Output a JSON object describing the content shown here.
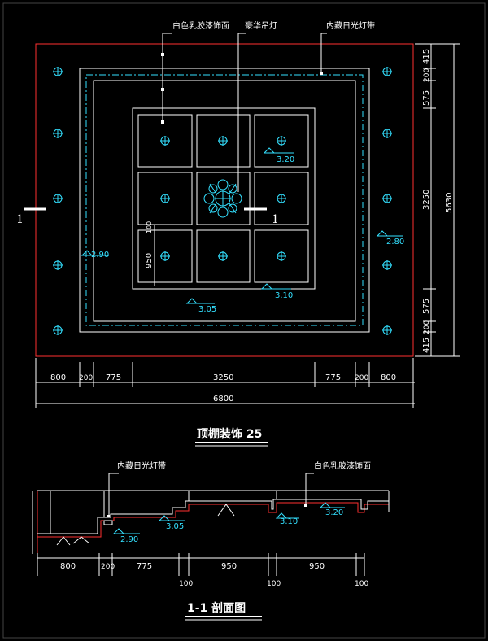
{
  "plan": {
    "labels": {
      "white_paint": "白色乳胶漆饰面",
      "chandelier": "豪华吊灯",
      "hidden_light": "内藏日光灯带"
    },
    "section_mark_left": "1",
    "section_mark_right": "1",
    "elevations": {
      "e320": "3.20",
      "e290": "2.90",
      "e280": "2.80",
      "e310": "3.10",
      "e305": "3.05"
    },
    "grid_label_950": "950",
    "grid_label_100": "100",
    "right_dims": [
      "415",
      "200",
      "575",
      "3250",
      "575",
      "200",
      "415"
    ],
    "right_total": "5630",
    "bottom_dims": [
      "800",
      "200",
      "775",
      "3250",
      "775",
      "200",
      "800"
    ],
    "bottom_total": "6800",
    "title": "顶棚装饰 25"
  },
  "section": {
    "labels": {
      "hidden_light": "内藏日光灯带",
      "white_paint": "白色乳胶漆饰面"
    },
    "elevations": {
      "e290": "2.90",
      "e305": "3.05",
      "e310": "3.10",
      "e320": "3.20"
    },
    "dims": [
      "800",
      "200",
      "775",
      "950",
      "950"
    ],
    "dims_small": [
      "100",
      "100",
      "100"
    ],
    "title": "1-1 剖面图"
  },
  "colors": {
    "background": "#000000",
    "outline_red": "#ff3030",
    "line_white": "#ffffff",
    "light_cyan": "#33e0ff"
  }
}
